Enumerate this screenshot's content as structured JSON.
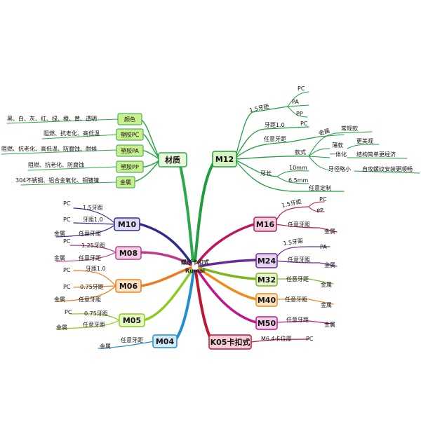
{
  "center": {
    "line1": "蝶形卡扣式",
    "line2": "Rumai"
  },
  "colors": {
    "material": "#2aa84a",
    "m12": "#1e9e3e",
    "m10": "#2f2a8f",
    "m08": "#c03a8a",
    "m06": "#f07a1a",
    "m05": "#8bcc1f",
    "m04": "#1f8fd0",
    "m16": "#c0155a",
    "m24": "#6a2a9a",
    "m32": "#7ab81e",
    "m40": "#f08a1a",
    "m50": "#c0158a",
    "k05": "#c01530"
  },
  "nodes": {
    "material": {
      "label": "材质",
      "children": [
        {
          "label": "颜色",
          "leaf": "黑、白、灰、红、绿、橙、黄、透明"
        },
        {
          "label": "塑胶PC",
          "leaf": "阻燃、抗老化、高低温"
        },
        {
          "label": "塑胶PA",
          "leaf": "阻燃、抗老化、高低温、防腐蚀、耐候"
        },
        {
          "label": "塑胶PP",
          "leaf": "阻燃、抗老化、防腐蚀"
        },
        {
          "label": "金属",
          "leaf": "304不锈钢、铝合金氧化、铜镀镍"
        }
      ]
    },
    "m12": {
      "label": "M12",
      "p15": "1.5牙距",
      "pc": "PC",
      "pa": "PA",
      "pp": "PP",
      "p10": "牙距1.0",
      "pc2": "PC",
      "any": "任意牙距",
      "metal": "金属",
      "style": "款式",
      "common": "常规款",
      "thin": "薄款",
      "nicer": "更美观",
      "integrated": "一体化",
      "simple": "结构简单更经济",
      "thread_omit": "牙径略小",
      "smooth": "自攻螺纹安装更顺畅",
      "length": "牙长",
      "l10": "10mm",
      "l65": "6.5mm",
      "custom": "任意定制"
    },
    "m10": {
      "label": "M10",
      "pc1": "PC",
      "p15": "1.5牙距",
      "pc2": "PC",
      "p10": "牙距1.0",
      "metal": "金属",
      "any": "任意牙距"
    },
    "m08": {
      "label": "M08",
      "pc": "PC",
      "p125": "1.25牙距",
      "metal": "金属",
      "any": "任意牙距"
    },
    "m06": {
      "label": "M06",
      "pc1": "PC",
      "p10": "牙距1.0",
      "pc2": "PC",
      "p075": "0.75牙距",
      "metal": "金属",
      "any": "任意牙距"
    },
    "m05": {
      "label": "M05",
      "pc": "PC",
      "p075": "0.75牙距",
      "metal": "金属",
      "any": "任意牙距"
    },
    "m04": {
      "label": "M04",
      "metal": "金属",
      "any": "任意牙距"
    },
    "m16": {
      "label": "M16",
      "p15": "1.5牙距",
      "pc": "PC",
      "pp": "PP",
      "any": "任意牙距",
      "metal": "金属"
    },
    "m24": {
      "label": "M24",
      "p15": "1.5牙距",
      "pa": "PA",
      "any": "任意牙距",
      "metal": "金属"
    },
    "m32": {
      "label": "M32",
      "any": "任意牙距",
      "metal": "金属"
    },
    "m40": {
      "label": "M40",
      "any": "任意牙距",
      "metal": "金属"
    },
    "m50": {
      "label": "M50",
      "any": "任意牙距",
      "metal": "金属"
    },
    "k05": {
      "label": "K05卡扣式",
      "spec": "M6.4卡位厚",
      "pc": "PC"
    }
  }
}
